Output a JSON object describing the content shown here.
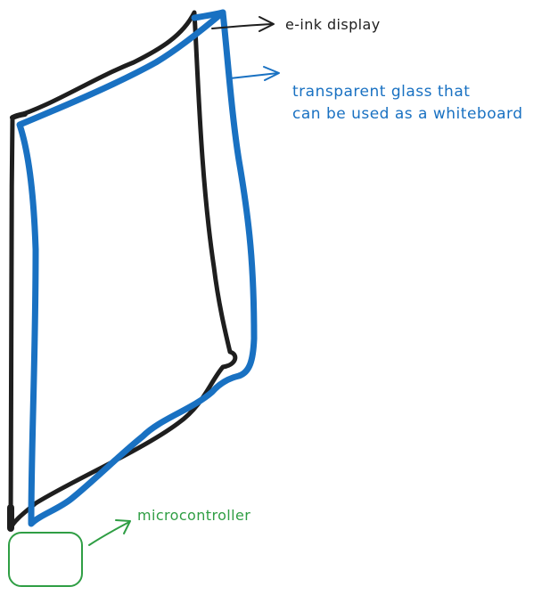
{
  "diagram": {
    "labels": {
      "eink": "e-ink display",
      "glass_line1": "transparent glass that",
      "glass_line2": "can be used as a whiteboard",
      "micro": "microcontroller"
    },
    "colors": {
      "eink": "#1e1e1e",
      "glass": "#1971c2",
      "micro": "#2f9e44",
      "background": "#ffffff"
    }
  }
}
